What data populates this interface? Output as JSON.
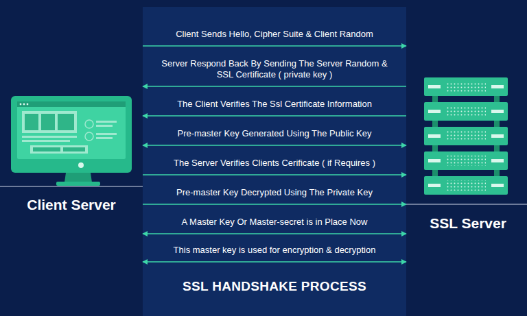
{
  "diagram": {
    "title": "SSL HANDSHAKE PROCESS",
    "nodes": [
      {
        "text": [
          "Client Server"
        ]
      },
      {
        "text": [
          "SSL Server"
        ]
      }
    ],
    "edges": [
      {
        "from": 0,
        "to": 1,
        "label": "Client Sends Hello, Cipher Suite & Client Random",
        "arrow": "to"
      },
      {
        "from": 1,
        "to": 0,
        "label": "Server Respond Back By Sending The Server Random & SSL Certificate ( private key )",
        "arrow": "to"
      },
      {
        "from": 1,
        "to": 0,
        "label": "The Client Verifies The Ssl Certificate Information",
        "arrow": "to"
      },
      {
        "from": 0,
        "to": 1,
        "label": "Pre-master Key Generated Using The Public Key",
        "arrow": "both"
      },
      {
        "from": 0,
        "to": 1,
        "label": "The Server Verifies Clients Cerificate ( if Requires )",
        "arrow": "to"
      },
      {
        "from": 0,
        "to": 1,
        "label": "Pre-master Key Decrypted Using The Private Key",
        "arrow": "to"
      },
      {
        "from": 0,
        "to": 1,
        "label": "A Master Key Or Master-secret is in Place Now",
        "arrow": "both"
      },
      {
        "from": 0,
        "to": 1,
        "label": "This master key is used for encryption & decryption",
        "arrow": "both"
      }
    ]
  }
}
